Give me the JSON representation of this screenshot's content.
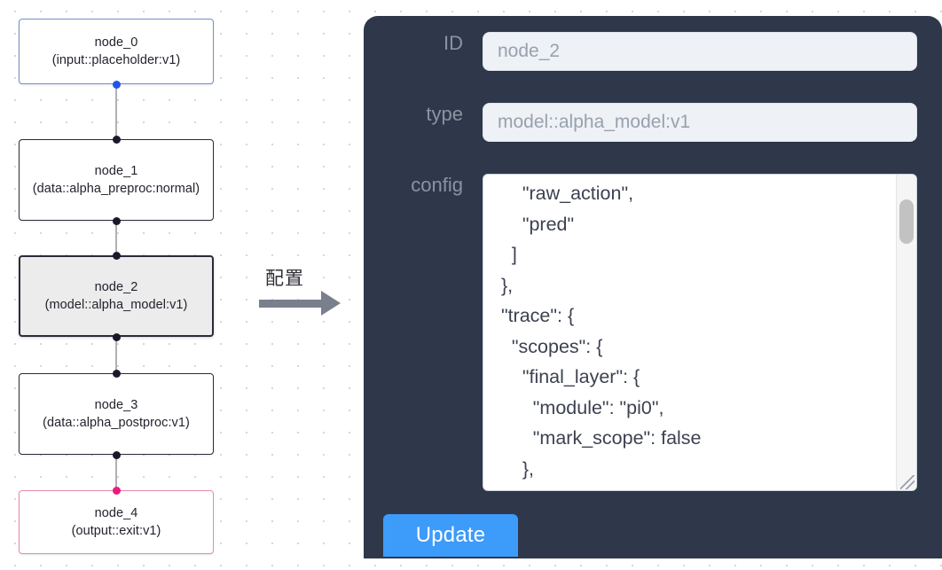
{
  "graph": {
    "nodes": [
      {
        "id": "node_0",
        "title": "node_0",
        "subtitle": "(input::placeholder:v1)",
        "kind": "input",
        "selected": false
      },
      {
        "id": "node_1",
        "title": "node_1",
        "subtitle": "(data::alpha_preproc:normal)",
        "kind": "default",
        "selected": false
      },
      {
        "id": "node_2",
        "title": "node_2",
        "subtitle": "(model::alpha_model:v1)",
        "kind": "default",
        "selected": true
      },
      {
        "id": "node_3",
        "title": "node_3",
        "subtitle": "(data::alpha_postproc:v1)",
        "kind": "default",
        "selected": false
      },
      {
        "id": "node_4",
        "title": "node_4",
        "subtitle": "(output::exit:v1)",
        "kind": "output",
        "selected": false
      }
    ],
    "colors": {
      "input_border": "#6f8fd2",
      "output_border": "#e78aae",
      "default_border": "#2b2b3a",
      "selected_fill": "#ececec",
      "edge": "#b1b1b1",
      "handle": "#1a192b",
      "handle_input": "#2255e8",
      "handle_output": "#ec1a7e"
    }
  },
  "arrow": {
    "label": "配置",
    "color": "#797f8c"
  },
  "inspector": {
    "panel_color": "#2e384a",
    "fields": {
      "id": {
        "label": "ID",
        "value": "node_2",
        "placeholder": "node_2"
      },
      "type": {
        "label": "type",
        "value": "model::alpha_model:v1",
        "placeholder": "model::alpha_model:v1"
      },
      "config": {
        "label": "config",
        "value": "      \"raw_action\",\n      \"pred\"\n    ]\n  },\n  \"trace\": {\n    \"scopes\": {\n      \"final_layer\": {\n        \"module\": \"pi0\",\n        \"mark_scope\": false\n      },\n      \"action_model\": {"
      }
    },
    "update_button": {
      "label": "Update",
      "color": "#3d9bfa"
    }
  }
}
